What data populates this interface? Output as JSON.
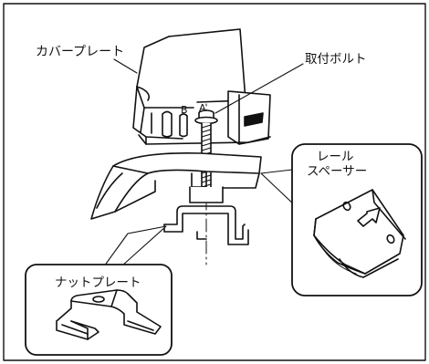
{
  "labels": {
    "cover_plate": "カバープレート",
    "mounting_bolt": "取付ボルト",
    "rail_spacer_line1": "レール",
    "rail_spacer_line2": "スペーサー",
    "nut_plate": "ナットプレート",
    "mark_b": "B",
    "mark_a": "A"
  },
  "colors": {
    "line": "#111111",
    "background": "#ffffff",
    "shade": "#dddddd"
  }
}
